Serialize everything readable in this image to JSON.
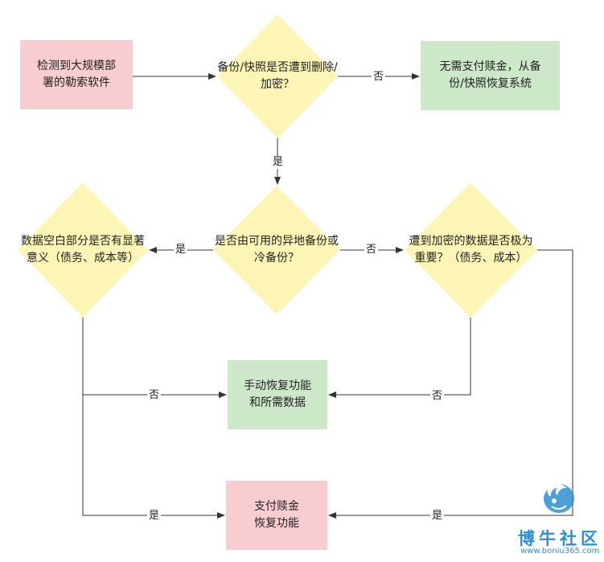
{
  "nodes": {
    "detect": {
      "lines": [
        "检测到大规模部",
        "署的勒索软件"
      ],
      "color": "#f8cdd2"
    },
    "q_backup_deleted": {
      "lines": [
        "备份/快照是否遭",
        "到删除/加密？"
      ],
      "color": "#fdf5b5"
    },
    "no_pay_restore": {
      "lines": [
        "无需支付赎金，从备",
        "份/快照恢复系统"
      ],
      "color": "#cde7c9"
    },
    "q_offsite_backup": {
      "lines": [
        "是否由可用的异地",
        "备份或冷备份？"
      ],
      "color": "#fdf5b5"
    },
    "q_blank_meaningful": {
      "lines": [
        "数据空白部分",
        "是否有显著意义",
        "（债务、成本等）"
      ],
      "color": "#fdf5b5"
    },
    "q_encrypted_important": {
      "lines": [
        "遭到加密的数据",
        "是否极为重要？",
        "（债务、成本）"
      ],
      "color": "#fdf5b5"
    },
    "manual_restore": {
      "lines": [
        "手动恢复功能",
        "和所需数据"
      ],
      "color": "#cde7c9"
    },
    "pay_ransom": {
      "lines": [
        "支付赎金",
        "恢复功能"
      ],
      "color": "#f8cdd2"
    }
  },
  "edge_labels": {
    "backup_deleted_no": "否",
    "backup_deleted_yes": "是",
    "offsite_yes": "是",
    "offsite_no": "否",
    "blank_no": "否",
    "important_no": "否",
    "blank_yes": "是",
    "important_yes": "是"
  },
  "colors": {
    "line": "#333333",
    "watermark": "#2d8fd0"
  },
  "watermark": {
    "text": "博牛社区",
    "url": "www.boniu365.com"
  }
}
